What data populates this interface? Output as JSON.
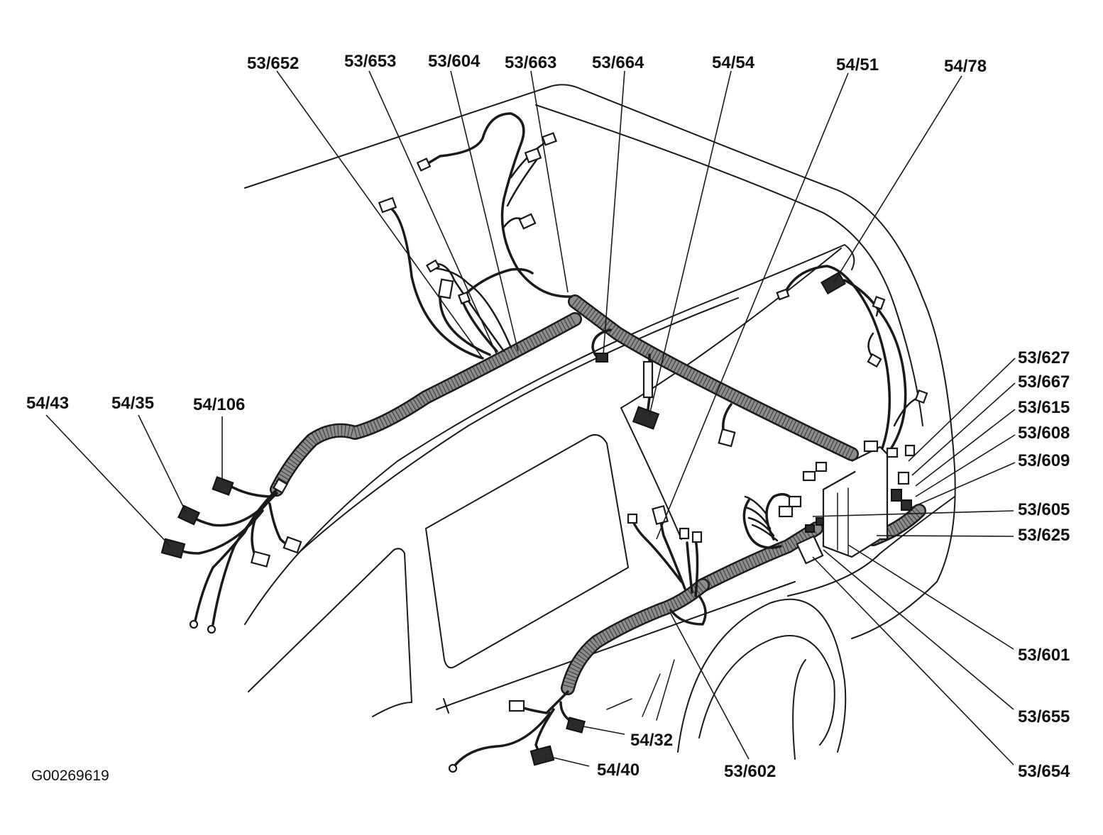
{
  "figure_id": "G00269619",
  "callouts": {
    "c53_652": "53/652",
    "c53_653": "53/653",
    "c53_604": "53/604",
    "c53_663": "53/663",
    "c53_664": "53/664",
    "c54_54": "54/54",
    "c54_51": "54/51",
    "c54_78": "54/78",
    "c53_627": "53/627",
    "c53_667": "53/667",
    "c53_615": "53/615",
    "c53_608": "53/608",
    "c53_609": "53/609",
    "c53_605": "53/605",
    "c53_625": "53/625",
    "c53_601": "53/601",
    "c53_655": "53/655",
    "c53_654": "53/654",
    "c53_602": "53/602",
    "c54_32": "54/32",
    "c54_40": "54/40",
    "c54_43": "54/43",
    "c54_35": "54/35",
    "c54_106": "54/106"
  }
}
